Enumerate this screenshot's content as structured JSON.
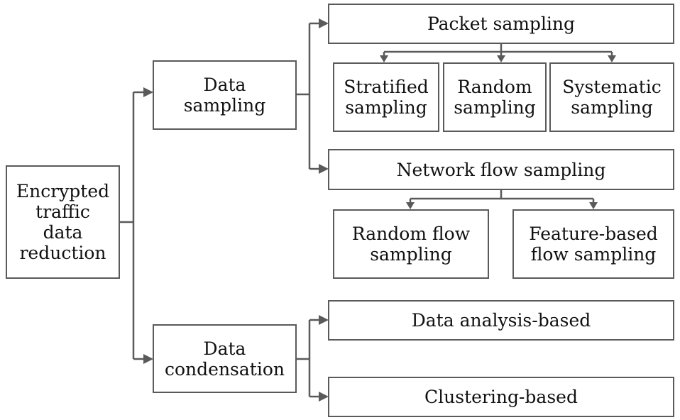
{
  "root": {
    "label": "Encrypted\ntraffic\ndata\nreduction"
  },
  "data_sampling": {
    "label": "Data\nsampling",
    "packet_sampling": {
      "label": "Packet sampling",
      "stratified": "Stratified\nsampling",
      "random": "Random\nsampling",
      "systematic": "Systematic\nsampling"
    },
    "network_flow_sampling": {
      "label": "Network flow sampling",
      "random_flow": "Random flow\nsampling",
      "feature_based": "Feature-based\nflow sampling"
    }
  },
  "data_condensation": {
    "label": "Data\ncondensation",
    "analysis_based": "Data analysis-based",
    "clustering_based": "Clustering-based"
  }
}
